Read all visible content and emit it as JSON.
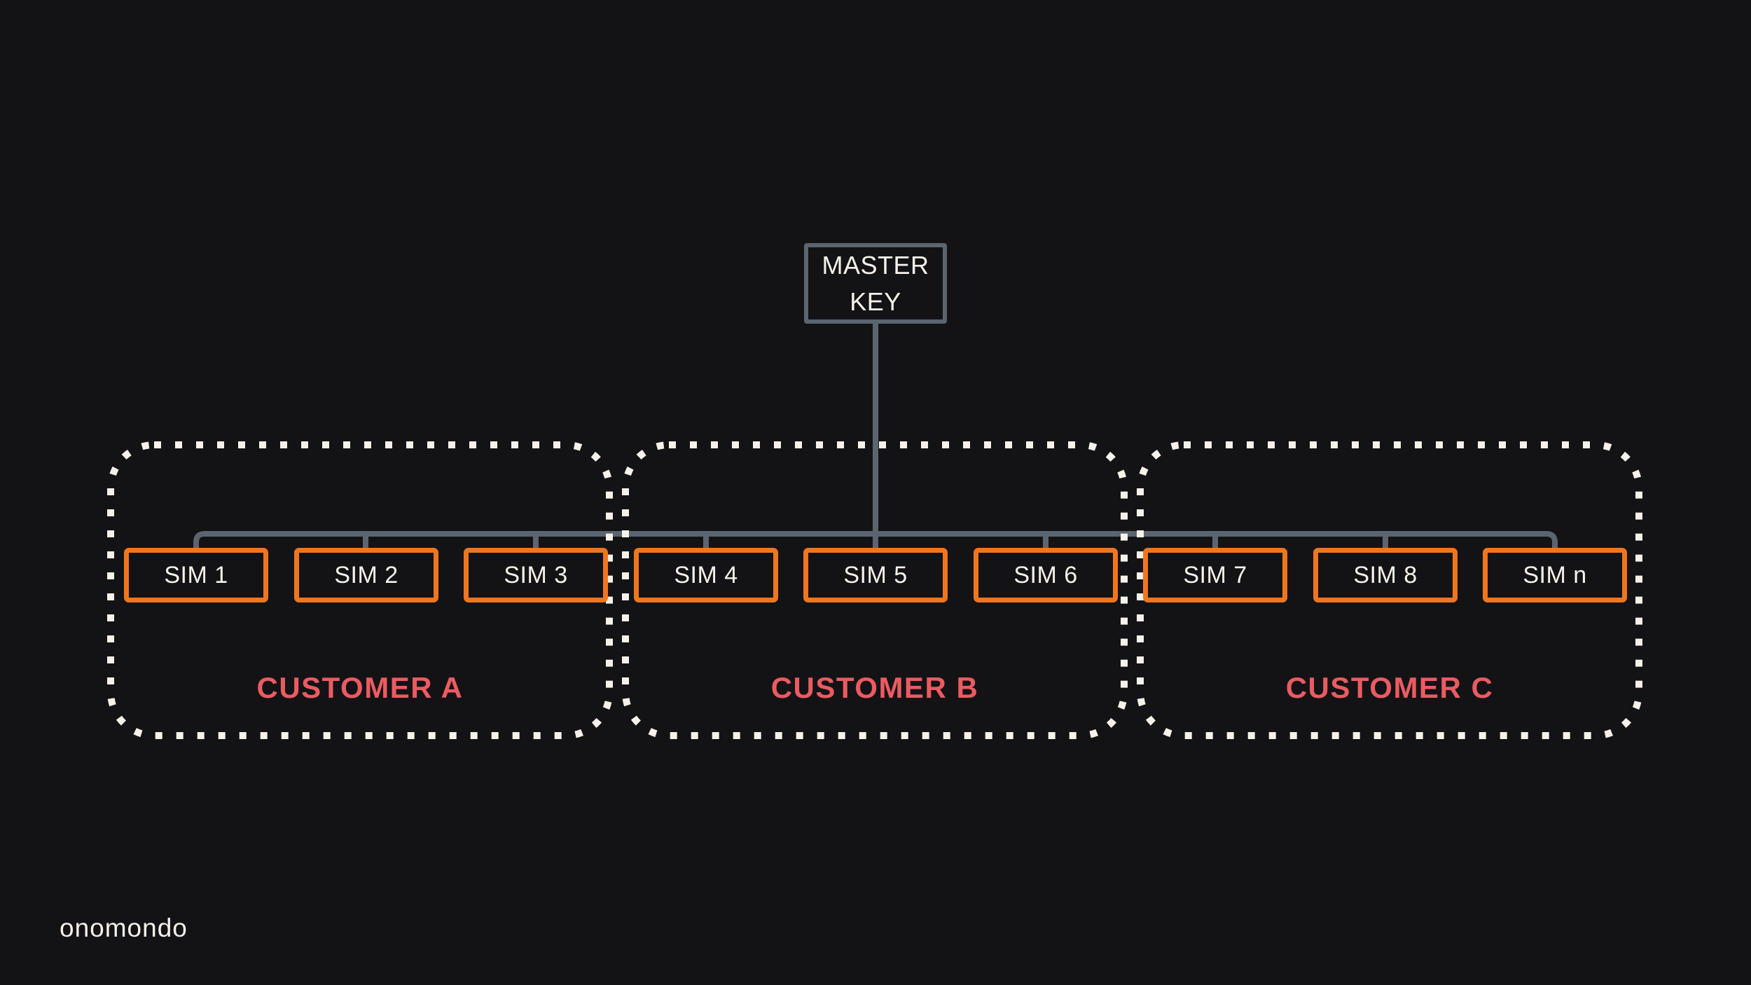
{
  "master_key": {
    "label": "MASTER KEY"
  },
  "sims": [
    {
      "label": "SIM 1"
    },
    {
      "label": "SIM 2"
    },
    {
      "label": "SIM 3"
    },
    {
      "label": "SIM 4"
    },
    {
      "label": "SIM 5"
    },
    {
      "label": "SIM 6"
    },
    {
      "label": "SIM 7"
    },
    {
      "label": "SIM 8"
    },
    {
      "label": "SIM n"
    }
  ],
  "customers": [
    {
      "label": "CUSTOMER A",
      "sims": [
        "SIM 1",
        "SIM 2",
        "SIM 3"
      ]
    },
    {
      "label": "CUSTOMER B",
      "sims": [
        "SIM 4",
        "SIM 5",
        "SIM 6"
      ]
    },
    {
      "label": "CUSTOMER C",
      "sims": [
        "SIM 7",
        "SIM 8",
        "SIM n"
      ]
    }
  ],
  "logo": {
    "text": "onomondo"
  },
  "colors": {
    "background": "#131316",
    "sim_border": "#F0761E",
    "connector_line": "#5B6570",
    "master_key_border": "#5B6570",
    "customer_label": "#EB5B61",
    "dotted_border": "#F6F2EA",
    "text": "#F6F2EA"
  }
}
